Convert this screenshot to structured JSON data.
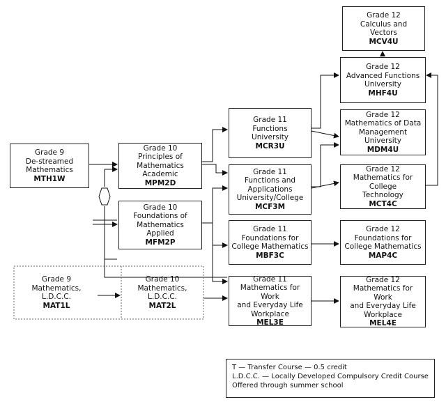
{
  "courses": {
    "mth1w": {
      "grade": "Grade 9",
      "name": [
        "De-streamed",
        "Mathematics"
      ],
      "code": "MTH1W"
    },
    "mpm2d": {
      "grade": "Grade 10",
      "name": [
        "Principles of",
        "Mathematics",
        "Academic"
      ],
      "code": "MPM2D"
    },
    "mfm2p": {
      "grade": "Grade 10",
      "name": [
        "Foundations of",
        "Mathematics",
        "Applied"
      ],
      "code": "MFM2P"
    },
    "mat1l": {
      "grade": "Grade 9",
      "name": [
        "Mathematics, L.D.C.C."
      ],
      "code": "MAT1L"
    },
    "mat2l": {
      "grade": "Grade 10",
      "name": [
        "Mathematics, L.D.C.C."
      ],
      "code": "MAT2L"
    },
    "mcr3u": {
      "grade": "Grade  11",
      "name": [
        "Functions",
        "University"
      ],
      "code": "MCR3U"
    },
    "mcf3m": {
      "grade": "Grade  11",
      "name": [
        "Functions and",
        "Applications",
        "University/College"
      ],
      "code": "MCF3M"
    },
    "mbf3c": {
      "grade": "Grade  11",
      "name": [
        "Foundations for",
        "College Mathematics"
      ],
      "code": "MBF3C"
    },
    "mel3e": {
      "grade": "Grade  11",
      "name": [
        "Mathematics for Work",
        "and Everyday Life",
        "Workplace"
      ],
      "code": "MEL3E"
    },
    "mcv4u": {
      "grade": "Grade 12",
      "name": [
        "Calculus and",
        "Vectors"
      ],
      "code": "MCV4U"
    },
    "mhf4u": {
      "grade": "Grade 12",
      "name": [
        "Advanced Functions",
        "University"
      ],
      "code": "MHF4U"
    },
    "mdm4u": {
      "grade": "Grade 12",
      "name": [
        "Mathematics of Data",
        "Management",
        "University"
      ],
      "code": "MDM4U"
    },
    "mct4c": {
      "grade": "Grade 12",
      "name": [
        "Mathematics for College",
        "Technology"
      ],
      "code": "MCT4C"
    },
    "map4c": {
      "grade": "Grade 12",
      "name": [
        "Foundations for",
        "College Mathematics"
      ],
      "code": "MAP4C"
    },
    "mel4e": {
      "grade": "Grade 12",
      "name": [
        "Mathematics for Work",
        "and Everyday Life",
        "Workplace"
      ],
      "code": "MEL4E"
    }
  },
  "legend": {
    "line1": "T — Transfer Course — 0.5 credit",
    "line2": "L.D.C.C. — Locally Developed Compulsory Credit Course",
    "line3": "Offered through summer school"
  }
}
